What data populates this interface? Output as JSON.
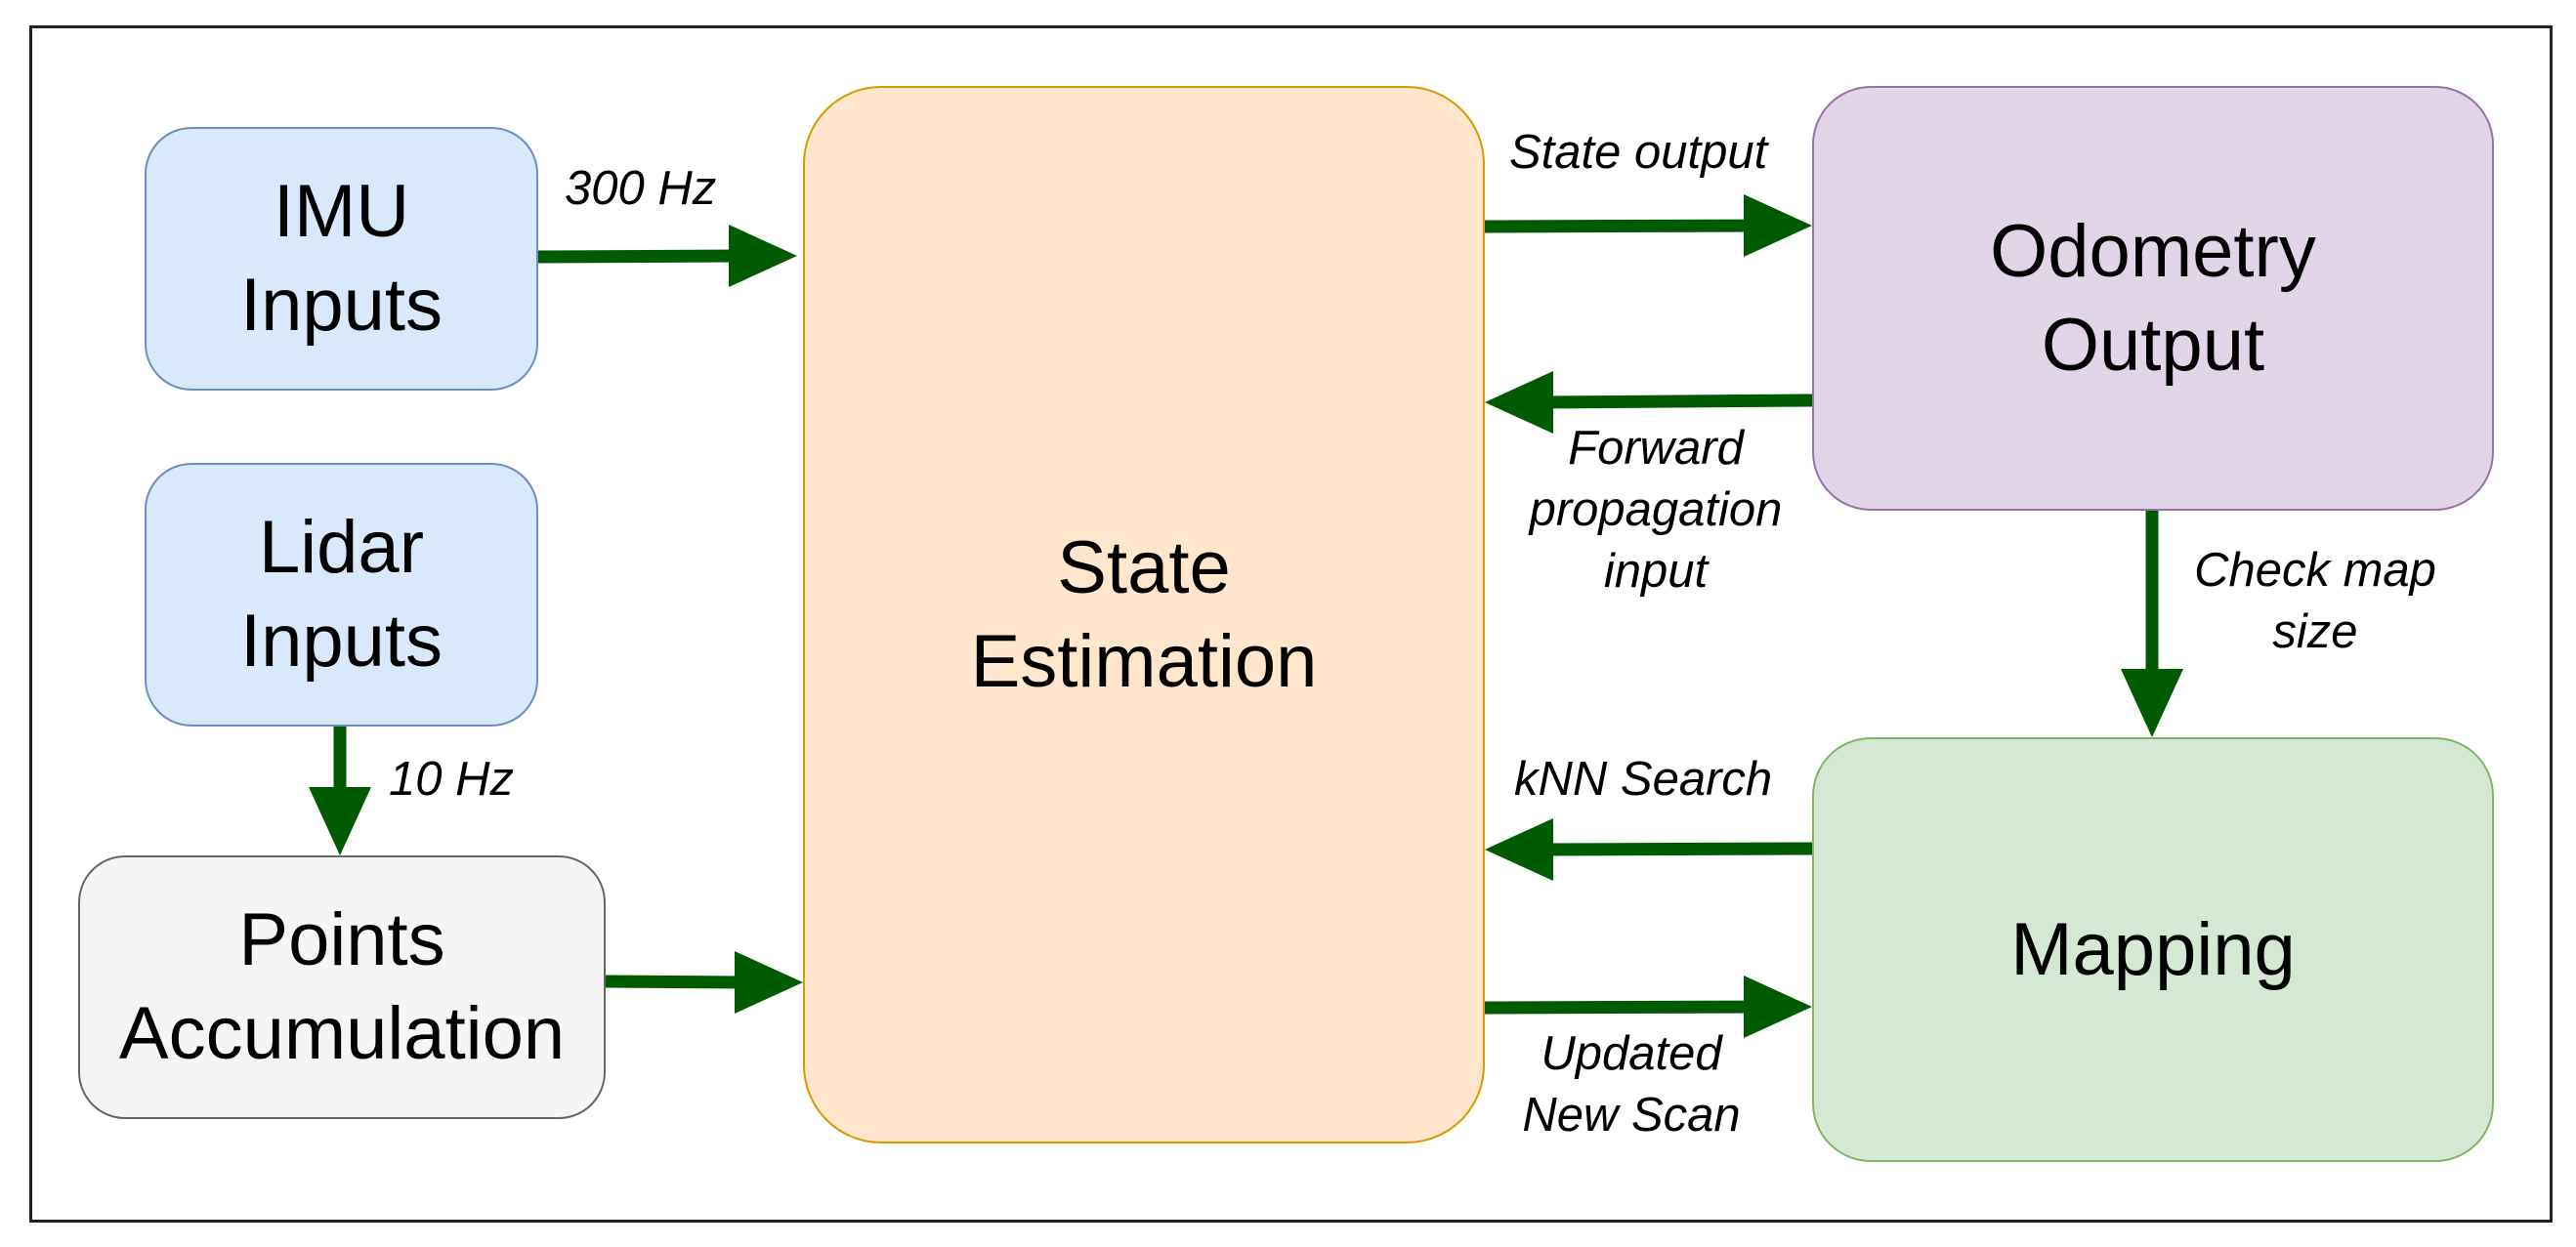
{
  "colors": {
    "arrow": "#005a00",
    "imu_fill": "#dae8fc",
    "imu_border": "#6c8ebf",
    "points_fill": "#f5f5f5",
    "points_border": "#666666",
    "state_fill": "#ffe6cc",
    "state_border": "#d79b00",
    "odometry_fill": "#e1d5e7",
    "odometry_border": "#9673a6",
    "mapping_fill": "#d5e8d4",
    "mapping_border": "#82b366"
  },
  "nodes": {
    "imu": {
      "line1": "IMU",
      "line2": "Inputs"
    },
    "lidar": {
      "line1": "Lidar",
      "line2": "Inputs"
    },
    "points": {
      "line1": "Points",
      "line2": "Accumulation"
    },
    "state": {
      "line1": "State",
      "line2": "Estimation"
    },
    "odometry": {
      "line1": "Odometry",
      "line2": "Output"
    },
    "mapping": {
      "line1": "Mapping"
    }
  },
  "edges": {
    "imu_rate": "300 Hz",
    "lidar_rate": "10 Hz",
    "state_output": "State output",
    "forward_prop": {
      "line1": "Forward",
      "line2": "propagation",
      "line3": "input"
    },
    "check_map": {
      "line1": "Check map",
      "line2": "size"
    },
    "knn": "kNN Search",
    "updated": {
      "line1": "Updated",
      "line2": "New Scan"
    }
  }
}
